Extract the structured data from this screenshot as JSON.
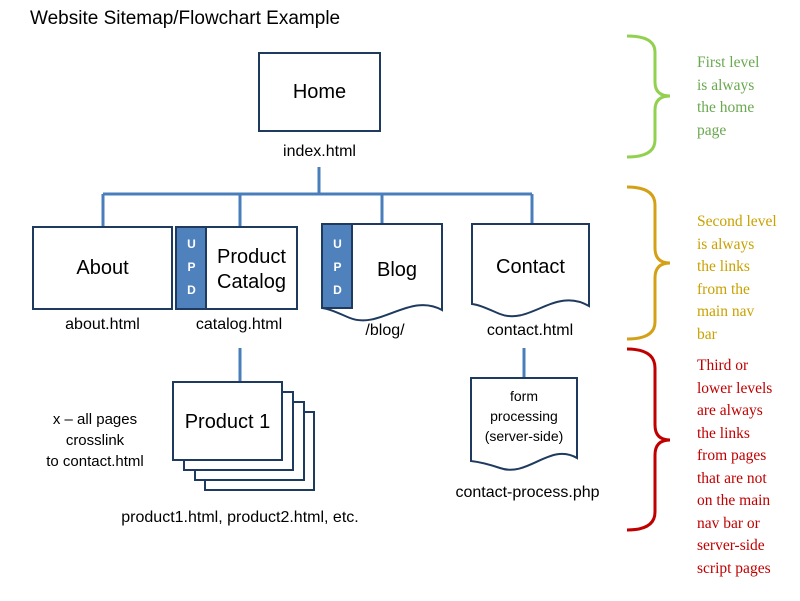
{
  "title": "Website Sitemap/Flowchart Example",
  "nodes": {
    "home": {
      "label": "Home",
      "file": "index.html"
    },
    "about": {
      "label": "About",
      "file": "about.html"
    },
    "catalog": {
      "label_line1": "Product",
      "label_line2": "Catalog",
      "file": "catalog.html",
      "badge": [
        "U",
        "P",
        "D"
      ]
    },
    "blog": {
      "label": "Blog",
      "file": "/blog/",
      "badge": [
        "U",
        "P",
        "D"
      ]
    },
    "contact": {
      "label": "Contact",
      "file": "contact.html"
    },
    "product": {
      "label": "Product 1",
      "file": "product1.html, product2.html, etc."
    },
    "form": {
      "line1": "form",
      "line2": "processing",
      "line3": "(server-side)",
      "file": "contact-process.php"
    }
  },
  "crosslink_note": {
    "line1": "x – all pages",
    "line2": "crosslink",
    "line3": "to contact.html"
  },
  "annotations": [
    {
      "color": "#92d050",
      "lines": [
        "First level",
        "is always",
        "the home",
        "page"
      ]
    },
    {
      "color": "#d4a017",
      "lines": [
        "Second level",
        "is always",
        "the links",
        "from the",
        "main nav",
        "bar"
      ]
    },
    {
      "color": "#c00000",
      "lines": [
        "Third or",
        "lower levels",
        "are always",
        "the links",
        "from pages",
        "that are not",
        "on the main",
        "nav bar or",
        "server-side",
        "script pages"
      ]
    }
  ]
}
